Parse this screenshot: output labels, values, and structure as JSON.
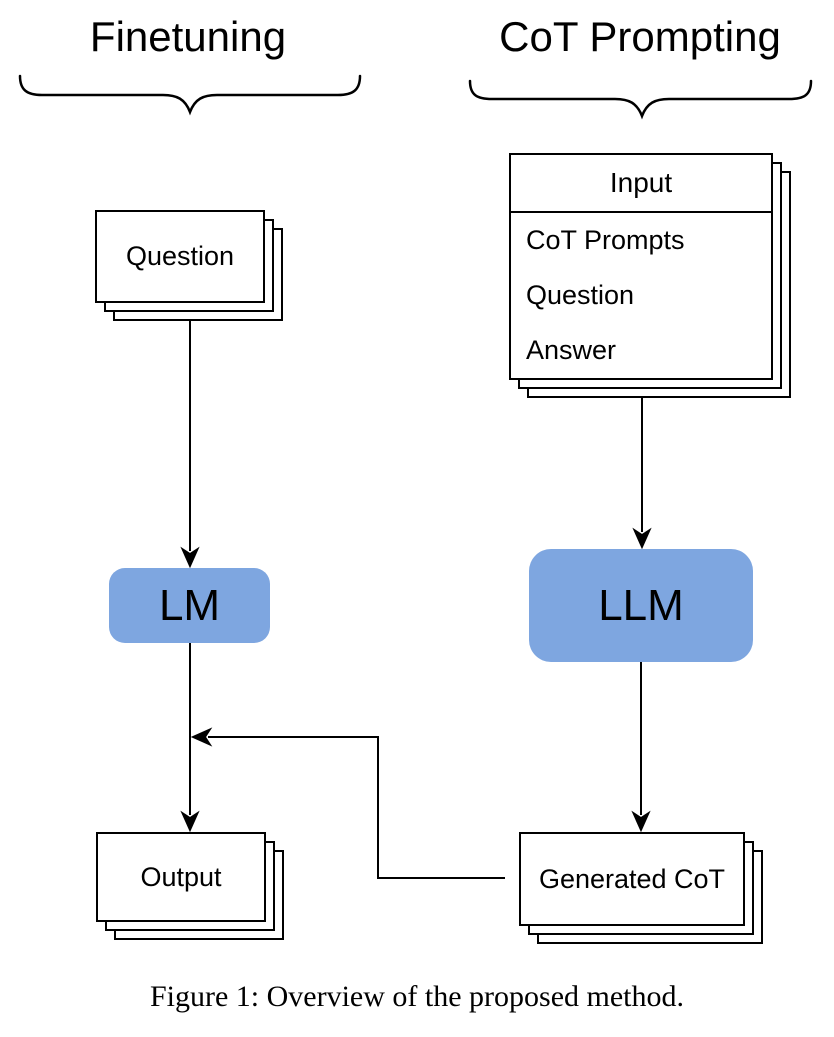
{
  "figure": {
    "columns": [
      {
        "title": "Finetuning"
      },
      {
        "title": "CoT Prompting"
      }
    ],
    "nodes": {
      "question": {
        "label": "Question"
      },
      "lm": {
        "label": "LM"
      },
      "output": {
        "label": "Output"
      },
      "input": {
        "header": "Input",
        "rows": [
          "CoT Prompts",
          "Question",
          "Answer"
        ]
      },
      "llm": {
        "label": "LLM"
      },
      "generated_cot": {
        "label": "Generated CoT"
      }
    },
    "edges": [
      {
        "from": "question",
        "to": "lm"
      },
      {
        "from": "lm",
        "to": "output"
      },
      {
        "from": "input",
        "to": "llm"
      },
      {
        "from": "llm",
        "to": "generated_cot"
      },
      {
        "from": "generated_cot",
        "to": "lm-output-connector"
      }
    ],
    "caption": "Figure 1: Overview of the proposed method.",
    "colors": {
      "model_node_fill": "#7ea6e0",
      "stroke": "#000000",
      "card_fill": "#ffffff"
    }
  }
}
